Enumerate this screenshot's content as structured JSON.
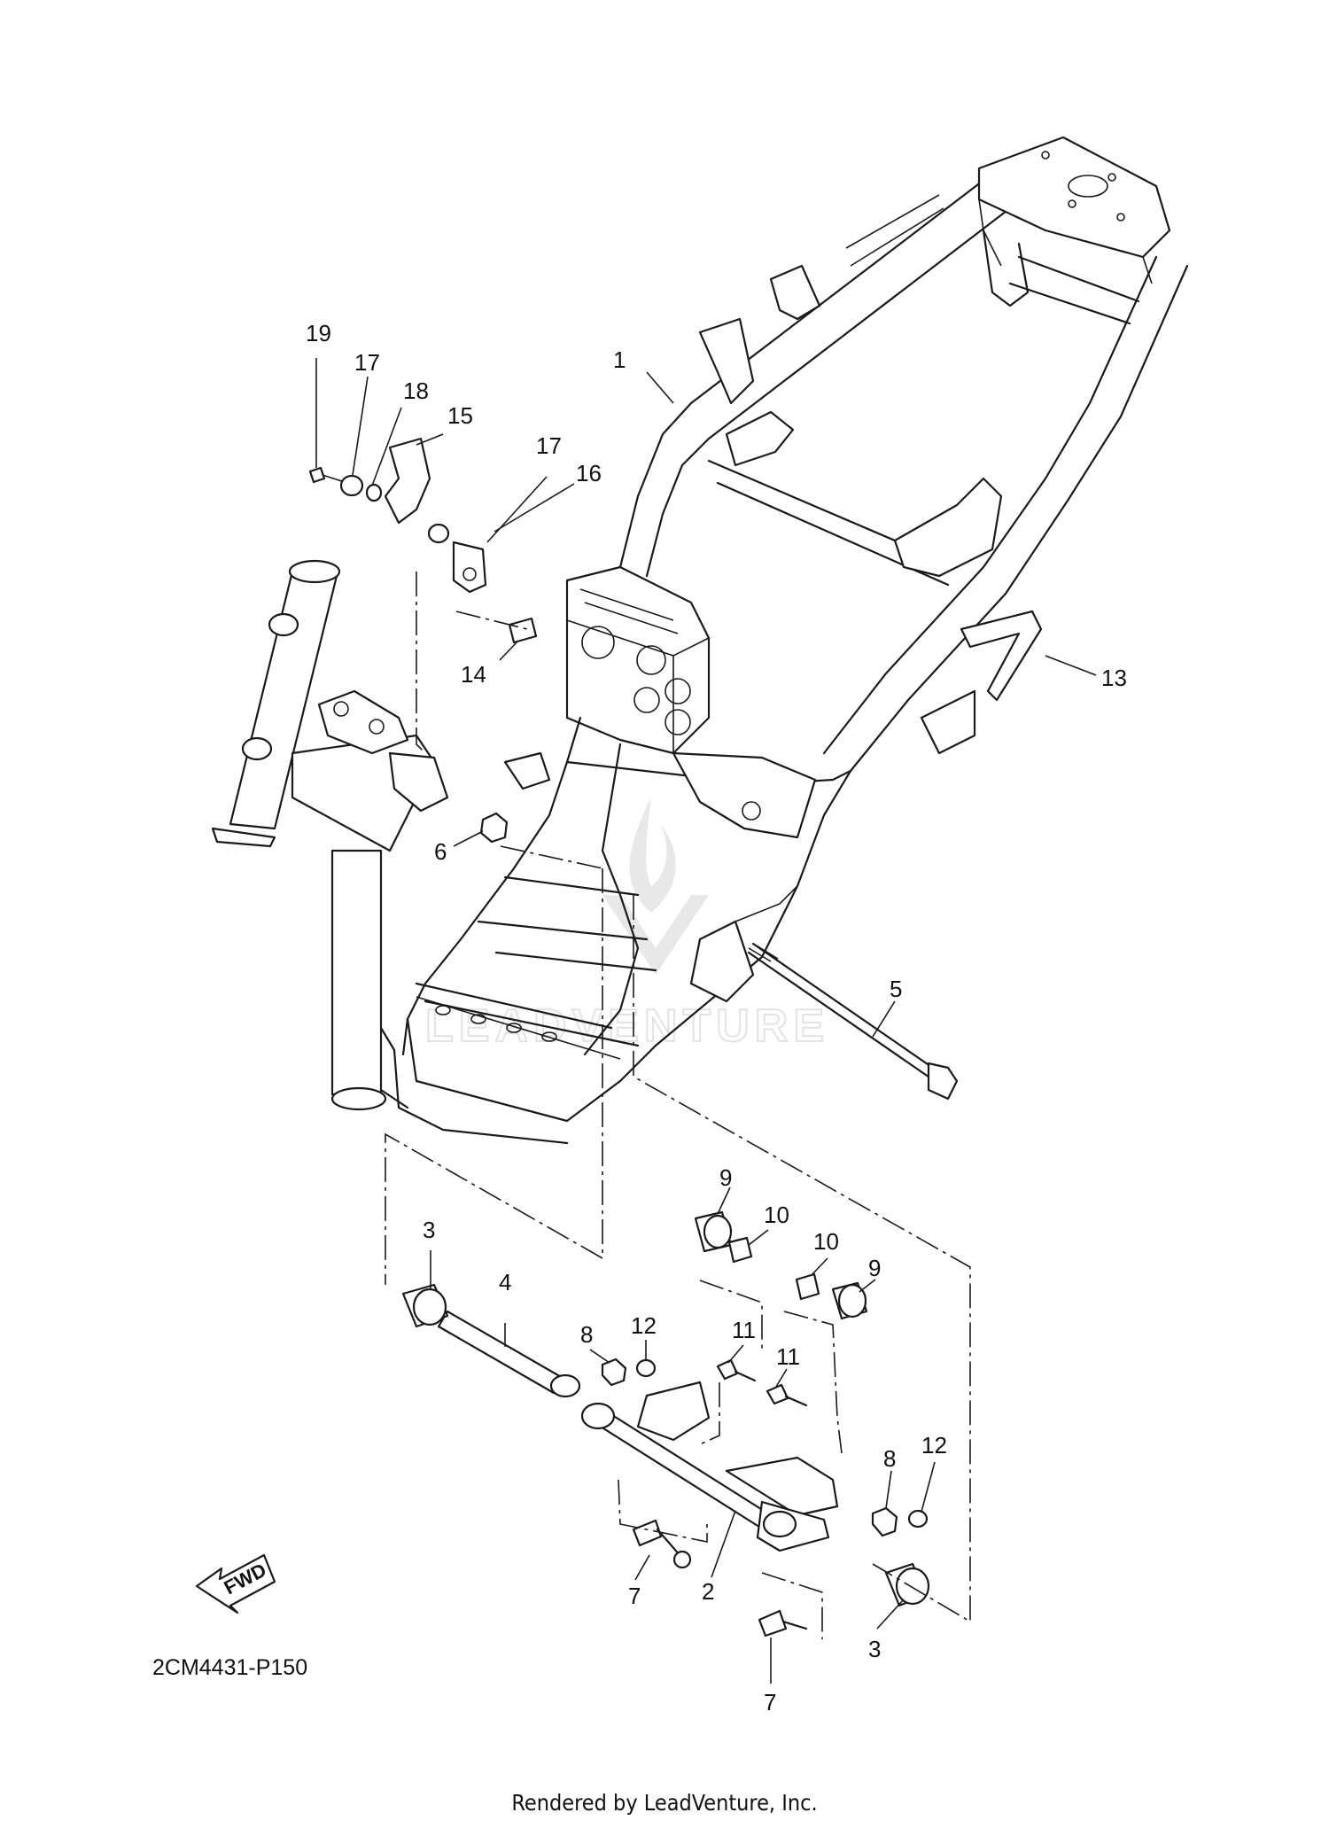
{
  "diagram": {
    "drawing_code": "2CM4431-P150",
    "credit": "Rendered by LeadVenture, Inc.",
    "watermark": "LEADVENTURE",
    "fwd_label": "FWD",
    "callouts": {
      "p1": "1",
      "p2": "2",
      "p3a": "3",
      "p3b": "3",
      "p4": "4",
      "p5": "5",
      "p6": "6",
      "p7a": "7",
      "p7b": "7",
      "p8a": "8",
      "p8b": "8",
      "p9a": "9",
      "p9b": "9",
      "p10a": "10",
      "p10b": "10",
      "p11a": "11",
      "p11b": "11",
      "p12a": "12",
      "p12b": "12",
      "p13": "13",
      "p14": "14",
      "p15": "15",
      "p16": "16",
      "p17a": "17",
      "p17b": "17",
      "p18": "18",
      "p19": "19"
    }
  }
}
